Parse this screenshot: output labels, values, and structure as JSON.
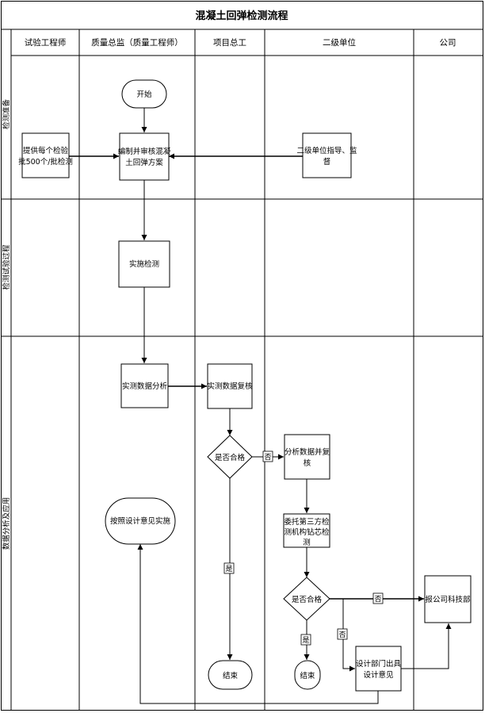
{
  "title": "混凝土回弹检测流程",
  "lanes": [
    "试验工程师",
    "质量总监（质量工程师）",
    "项目总工",
    "二级单位",
    "公司"
  ],
  "phases": [
    "检测准备",
    "检测试验过程",
    "数据分析及应用"
  ],
  "nodes": {
    "start": "开始",
    "submit_lines": [
      "提供每个检验",
      "批500个/批检测"
    ],
    "plan_lines": [
      "编制并审核混凝",
      "土回弹方案"
    ],
    "guide_lines": [
      "二级单位指导、监",
      "督"
    ],
    "test": "实施检测",
    "submit_data": "实测数据分析",
    "review_data": "实测数据复核",
    "qualified_1": "是否合格",
    "analyze_lines": [
      "分析数据并复",
      "核"
    ],
    "third_party_lines": [
      "委托第三方检",
      "测机构钻芯检",
      "测"
    ],
    "qualified_2": "是否合格",
    "report": "报公司科技部",
    "design_lines": [
      "设计部门出具",
      "设计意见"
    ],
    "implement": "按照设计意见实施",
    "end_1": "结束",
    "end_2": "结束"
  },
  "edge_labels": {
    "no_1": "否",
    "yes_1": "是",
    "no_2": "否",
    "yes_2": "是",
    "no_3": "否"
  }
}
